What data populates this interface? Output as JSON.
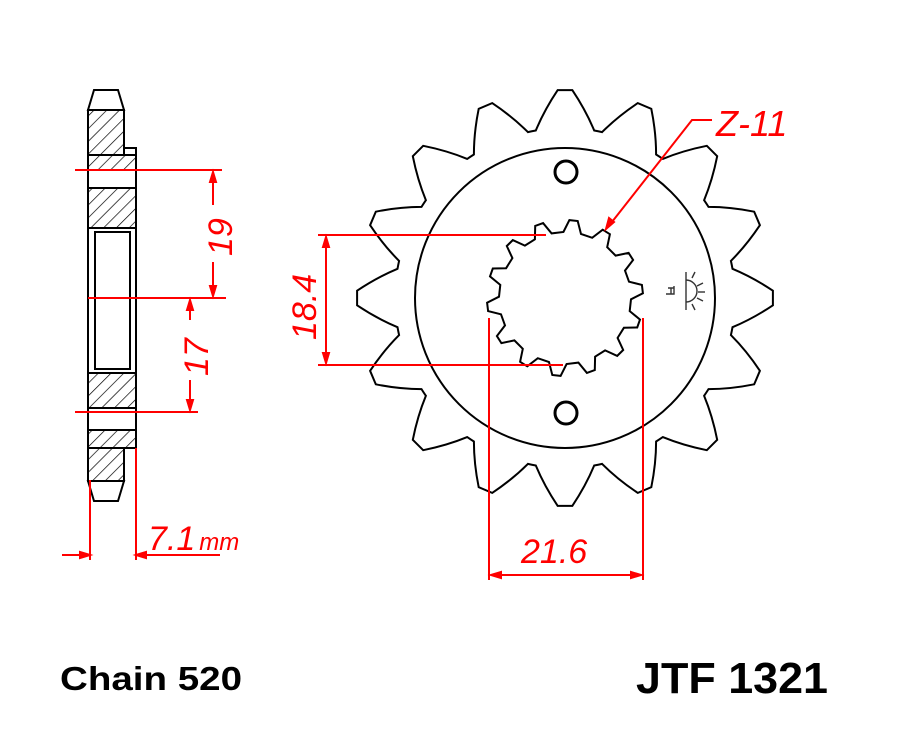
{
  "diagram": {
    "title": "Front sprocket technical drawing",
    "colors": {
      "outline": "#000000",
      "dimension": "#ff0000",
      "background": "#ffffff"
    },
    "side_view": {
      "dimensions": {
        "upper_offset": "19",
        "lower_offset": "17",
        "thickness": "7.1",
        "thickness_unit": "mm"
      }
    },
    "front_view": {
      "teeth_count": 16,
      "spline_count": 14,
      "spline_label": "Z-11",
      "dimensions": {
        "spline_height": "18.4",
        "spline_width": "21.6"
      },
      "mounting_holes": 2,
      "logo_icon": "jt-sun-logo"
    },
    "footer": {
      "chain": "Chain 520",
      "part_number": "JTF 1321"
    }
  }
}
